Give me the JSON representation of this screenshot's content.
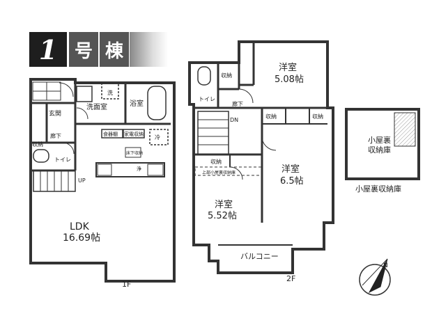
{
  "title": {
    "number": "1",
    "gou": "号",
    "tou": "棟"
  },
  "floor1": {
    "floor_label": "1F",
    "rooms": {
      "ldk_name": "LDK",
      "ldk_size": "16.69帖",
      "washroom": "洗面室",
      "bath": "浴室",
      "entrance": "玄関",
      "hallway": "廊下",
      "toilet": "トイレ",
      "storage": "収納",
      "pantry": "食器棚",
      "appliance": "家電収納",
      "floor_storage": "床下収納",
      "up": "UP",
      "wash_short": "洗",
      "fridge_short": "冷",
      "ref_short": "浄"
    }
  },
  "floor2": {
    "floor_label": "2F",
    "rooms": {
      "room_a_name": "洋室",
      "room_a_size": "5.08帖",
      "room_b_name": "洋室",
      "room_b_size": "6.5帖",
      "room_c_name": "洋室",
      "room_c_size": "5.52帖",
      "storage": "収納",
      "toilet": "トイレ",
      "hallway": "廊下",
      "down": "DN",
      "balcony": "バルコニー",
      "attic_hatch": "上部小屋裏収納庫"
    }
  },
  "attic": {
    "inner_line1": "小屋裏",
    "inner_line2": "収納庫",
    "caption": "小屋裏収納庫"
  },
  "compass": {
    "north": "N"
  }
}
